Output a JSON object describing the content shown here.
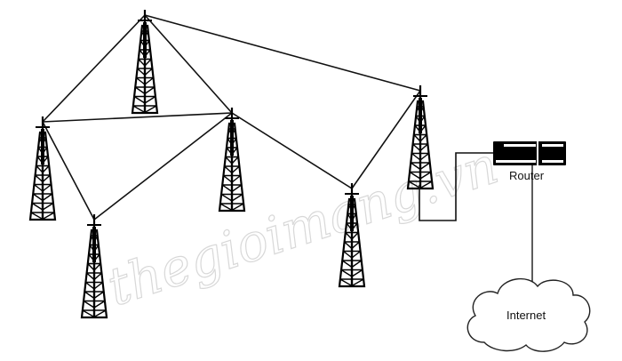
{
  "diagram": {
    "router_label": "Router",
    "internet_label": "Internet",
    "watermark": "thegioimang.vn",
    "nodes": [
      "tower-1",
      "tower-2",
      "tower-3",
      "tower-4",
      "tower-5",
      "tower-6"
    ],
    "links": [
      [
        "tower-1",
        "tower-6"
      ],
      [
        "tower-1",
        "tower-2"
      ],
      [
        "tower-1",
        "tower-3"
      ],
      [
        "tower-2",
        "tower-3"
      ],
      [
        "tower-2",
        "tower-4"
      ],
      [
        "tower-4",
        "tower-3"
      ],
      [
        "tower-3",
        "tower-5"
      ],
      [
        "tower-5",
        "tower-6"
      ],
      [
        "tower-6",
        "router"
      ],
      [
        "router",
        "internet"
      ]
    ]
  }
}
